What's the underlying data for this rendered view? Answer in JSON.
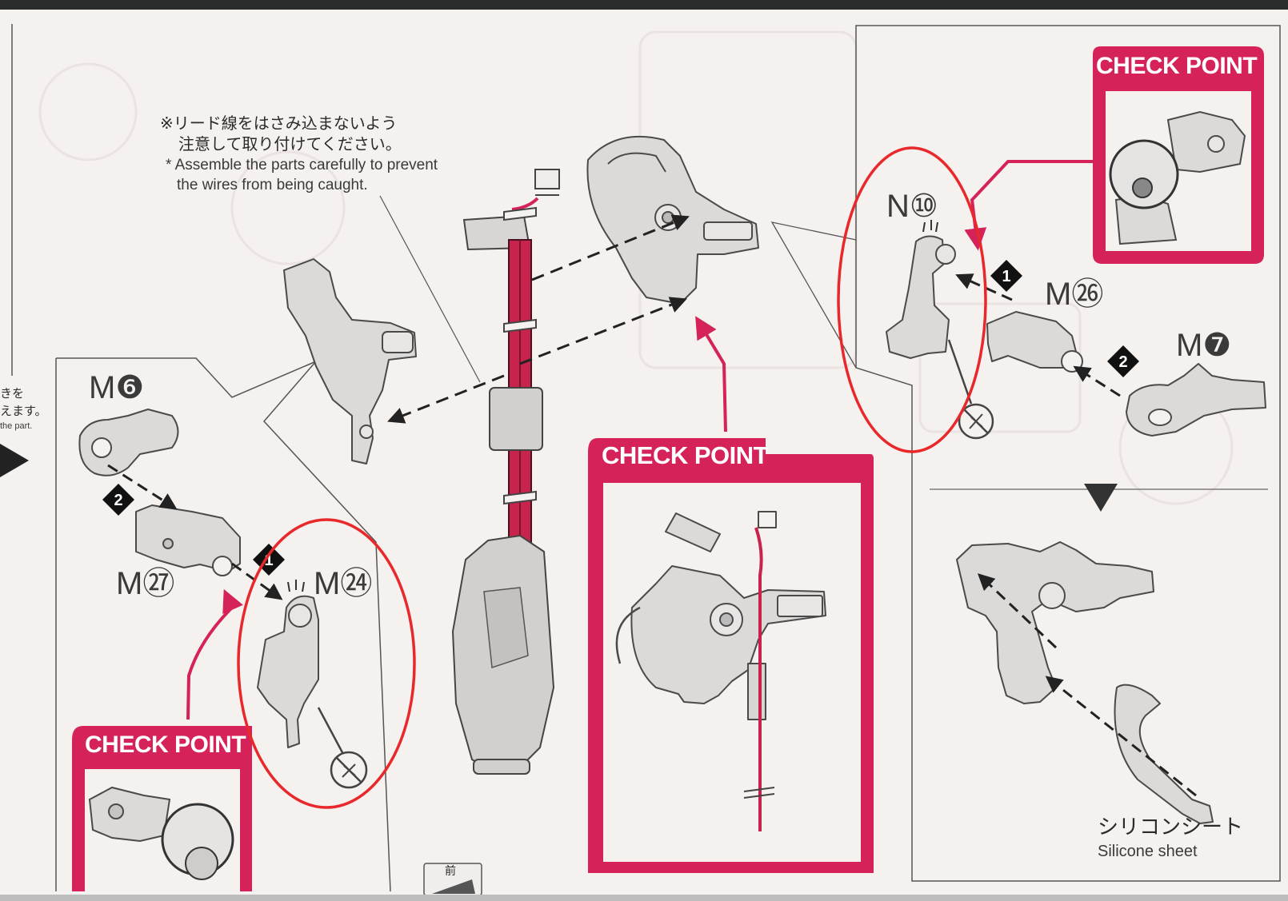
{
  "instruction_note": {
    "jp_line1": "※リード線をはさみ込まないよう",
    "jp_line2": "注意して取り付けてください。",
    "en_line1": "* Assemble the parts carefully to prevent",
    "en_line2": "the wires from being caught."
  },
  "left_edge_fragment": {
    "line1": "きを",
    "line2": "えます。",
    "line3": "the part."
  },
  "check_point_label": "CHECK POINT",
  "parts": {
    "n10": "N⑩",
    "m26": "M㉖",
    "m7": "M❼",
    "m6": "M❻",
    "m27": "M㉗",
    "m24": "M㉔"
  },
  "step_markers": [
    "1",
    "2"
  ],
  "silicone_sheet": {
    "jp": "シリコンシート",
    "en": "Silicone sheet"
  },
  "front_tab": "前",
  "colors": {
    "magenta": "#d5235a",
    "annotation_red": "#e8282a",
    "line": "#333333",
    "part_gray": "#dcdad8",
    "paper": "#f4f1ef"
  }
}
